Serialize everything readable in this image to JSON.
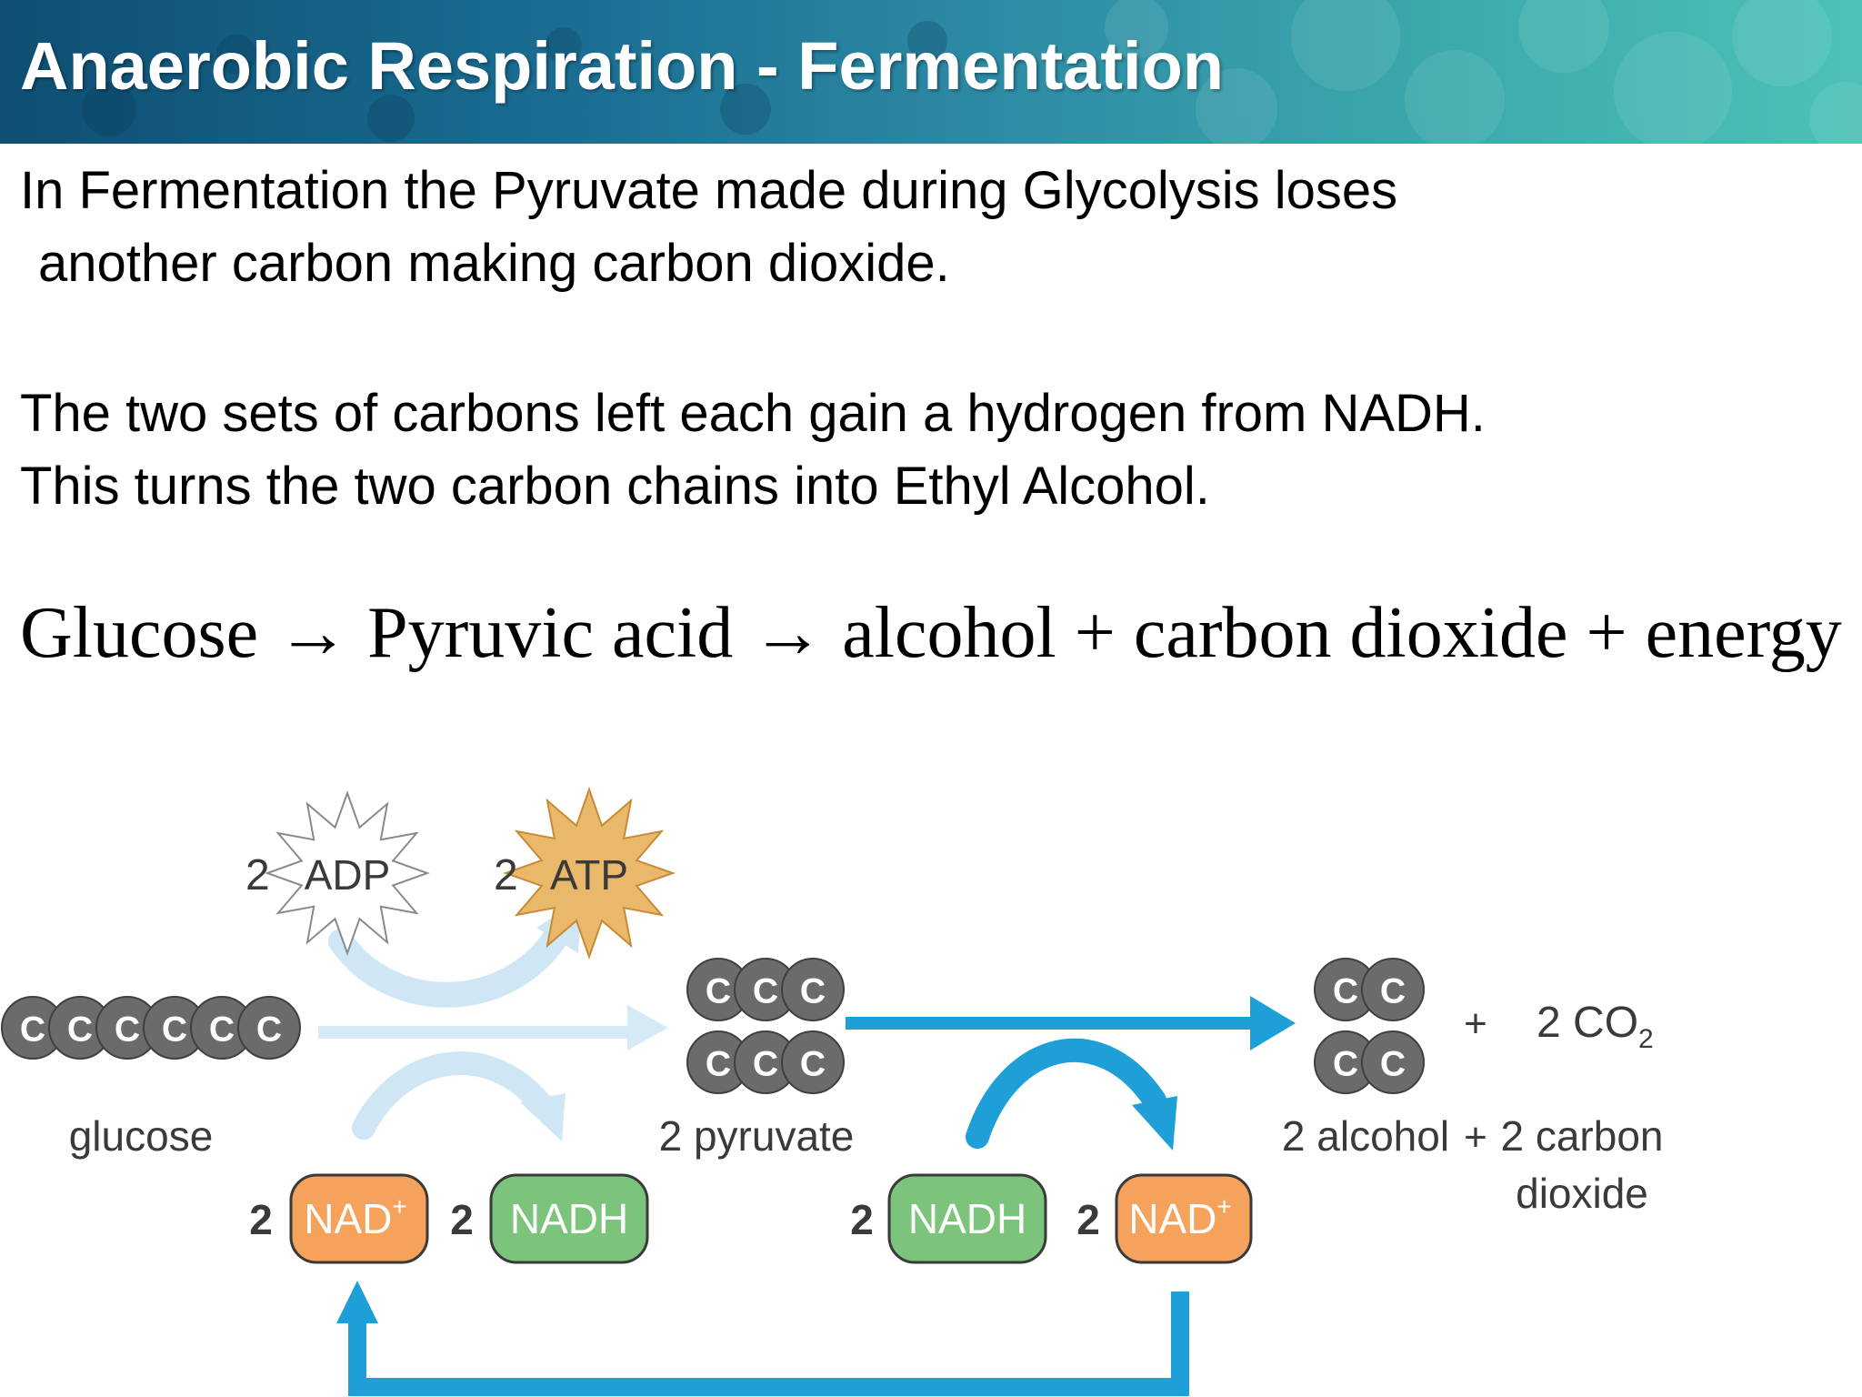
{
  "slide": {
    "title": "Anaerobic Respiration - Fermentation",
    "paragraph1": {
      "line1": "In Fermentation the Pyruvate made during Glycolysis loses",
      "line2": "another carbon making carbon dioxide."
    },
    "paragraph2": {
      "line1": "The two sets of carbons left each gain a hydrogen from NADH.",
      "line2": "This turns the two carbon chains into Ethyl Alcohol."
    },
    "equation": "Glucose → Pyruvic acid → alcohol + carbon dioxide + energy"
  },
  "diagram": {
    "atom_letter": "C",
    "glucose_label": "glucose",
    "adp": {
      "count": "2",
      "label": "ADP"
    },
    "atp": {
      "count": "2",
      "label": "ATP"
    },
    "pyruvate_label": "2 pyruvate",
    "nad_plus_left": {
      "count": "2",
      "label": "NAD",
      "sup": "+"
    },
    "nadh_left": {
      "count": "2",
      "label": "NADH"
    },
    "nadh_right": {
      "count": "2",
      "label": "NADH"
    },
    "nad_plus_right": {
      "count": "2",
      "label": "NAD",
      "sup": "+"
    },
    "plus": "+",
    "co2": {
      "prefix": "2 CO",
      "sub": "2"
    },
    "alcohol_label": "2 alcohol",
    "carbon_dioxide_label": {
      "line1": "2 carbon",
      "line2": "dioxide"
    },
    "colors": {
      "carbon": "#6b6b6b",
      "nad_plus": "#f4a25c",
      "nadh": "#7cc47c",
      "arrow_blue": "#1e9fd8",
      "arrow_light": "#cfe6f5",
      "atp_star": "#e9b86a"
    }
  }
}
